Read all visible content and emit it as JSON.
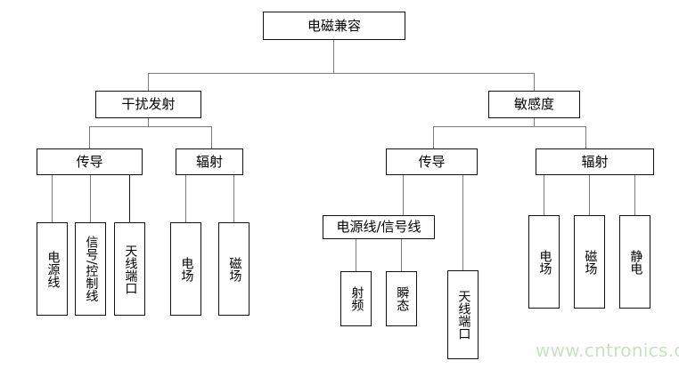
{
  "diagram": {
    "type": "tree",
    "title": "电磁兼容",
    "watermark": "www.cntronics.com",
    "colors": {
      "box_border": "#111111",
      "connector": "#7a7a7a",
      "background": "#ffffff",
      "watermark": "#c9e3c1",
      "text": "#000000"
    },
    "nodes": {
      "root": "电磁兼容",
      "emission": "干扰发射",
      "susceptibility": "敏感度",
      "emission_conducted": "传导",
      "emission_radiated": "辐射",
      "susceptibility_conducted": "传导",
      "susceptibility_radiated": "辐射",
      "emission_conducted_power_line": "电源线",
      "emission_conducted_signal_line": "信号/控制线",
      "emission_conducted_antenna_port": "天线端口",
      "emission_radiated_e_field": "电场",
      "emission_radiated_h_field": "磁场",
      "susceptibility_conducted_lines": "电源线/信号线",
      "susceptibility_conducted_rf": "射频",
      "susceptibility_conducted_transient": "瞬态",
      "susceptibility_conducted_antenna_port": "天线端口",
      "susceptibility_radiated_e_field": "电场",
      "susceptibility_radiated_h_field": "磁场",
      "susceptibility_radiated_esd": "静电"
    }
  }
}
